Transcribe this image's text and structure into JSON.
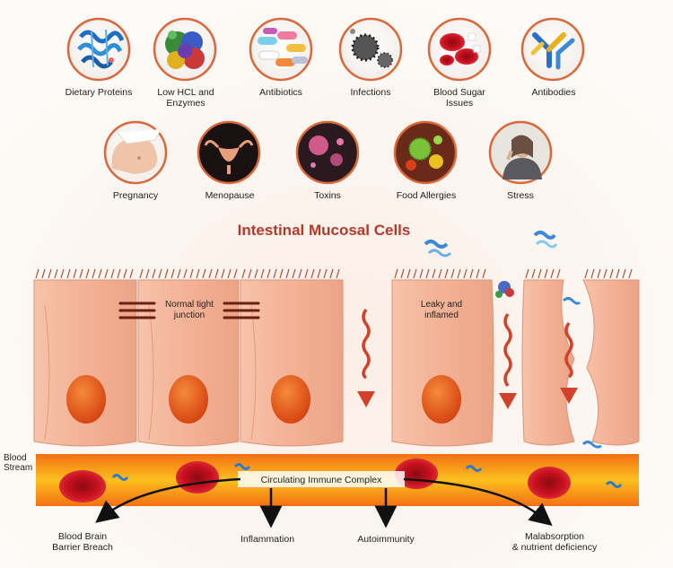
{
  "title": "Intestinal Mucosal Cells",
  "causes_row1": [
    {
      "line1": "Dietary Proteins",
      "line2": "",
      "icon": "protein-ribbon-icon"
    },
    {
      "line1": "Low HCL and",
      "line2": "Enzymes",
      "icon": "enzyme-molecule-icon"
    },
    {
      "line1": "Antibiotics",
      "line2": "",
      "icon": "pills-icon"
    },
    {
      "line1": "Infections",
      "line2": "",
      "icon": "virus-icon"
    },
    {
      "line1": "Blood Sugar",
      "line2": "Issues",
      "icon": "blood-cells-sugar-icon"
    },
    {
      "line1": "Antibodies",
      "line2": "",
      "icon": "antibody-icon"
    }
  ],
  "causes_row2": [
    {
      "line1": "Pregnancy",
      "line2": "",
      "icon": "pregnant-belly-icon"
    },
    {
      "line1": "Menopause",
      "line2": "",
      "icon": "uterus-icon"
    },
    {
      "line1": "Toxins",
      "line2": "",
      "icon": "toxin-particles-icon"
    },
    {
      "line1": "Food Allergies",
      "line2": "",
      "icon": "allergen-icon"
    },
    {
      "line1": "Stress",
      "line2": "",
      "icon": "stressed-person-icon"
    }
  ],
  "cells": {
    "normal_label_1": "Normal tight",
    "normal_label_2": "junction",
    "leaky_label_1": "Leaky and",
    "leaky_label_2": "inflamed"
  },
  "blood_stream": {
    "label_1": "Blood",
    "label_2": "Stream",
    "complex_label": "Circulating Immune Complex"
  },
  "outcomes": [
    {
      "line1": "Blood Brain",
      "line2": "Barrier Breach"
    },
    {
      "line1": "Inflammation",
      "line2": ""
    },
    {
      "line1": "Autoimmunity",
      "line2": ""
    },
    {
      "line1": "Malabsorption",
      "line2": "& nutrient deficiency"
    }
  ],
  "colors": {
    "title": "#b23a2c",
    "cell": "#f4b79c",
    "nucleus": "#e2541c",
    "blood_stream": "#f7a21b",
    "red_cell": "#c8101f",
    "arrow_red": "#d2412a"
  }
}
